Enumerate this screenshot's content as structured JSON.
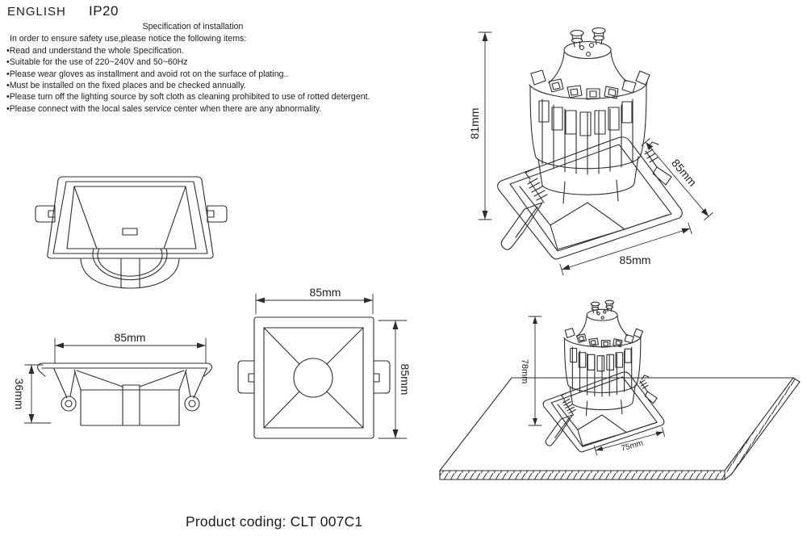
{
  "header": {
    "language": "ENGLISH",
    "ip_rating": "IP20"
  },
  "spec": {
    "title": "Specification of installation",
    "intro": "In order to ensure safety use,please notice the following items:",
    "items": [
      "•Read and understand the whole Specification.",
      "•Suitable for the use of 220~240V and 50~60Hz",
      "•Please wear gloves as installment and avoid rot on the surface of plating..",
      "•Must be installed on the fixed places and be checked annually.",
      "•Please turn off the lighting source by soft cloth as cleaning prohibited to use of rotted detergent.",
      "•Please connect with the local sales service center when there are any abnormality."
    ]
  },
  "diagrams": {
    "side_view": {
      "width": "85mm",
      "height": "36mm"
    },
    "front_view": {
      "width": "85mm",
      "height": "85mm"
    },
    "iso_view": {
      "height": "81mm",
      "side": "85mm",
      "width": "85mm"
    },
    "mounted_view": {
      "protrusion": "78mm",
      "cutout": "75mm"
    }
  },
  "footer": {
    "product_coding": "Product coding: CLT 007C1"
  }
}
